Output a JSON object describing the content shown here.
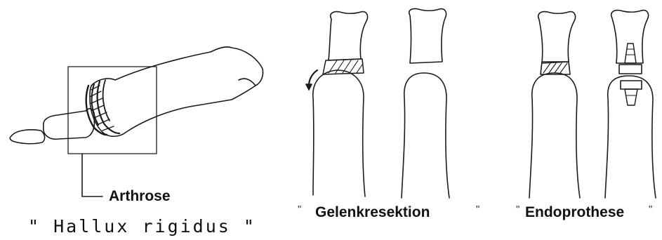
{
  "labels": {
    "arthrose": "Arthrose",
    "hallux": "\" Hallux rigidus \"",
    "resection": "Gelenkresektion",
    "endoprosthesis": "Endoprothese"
  },
  "quotes": {
    "open": "\"",
    "close": "\""
  },
  "colors": {
    "ink": "#1a1a1a",
    "paper": "#ffffff"
  }
}
